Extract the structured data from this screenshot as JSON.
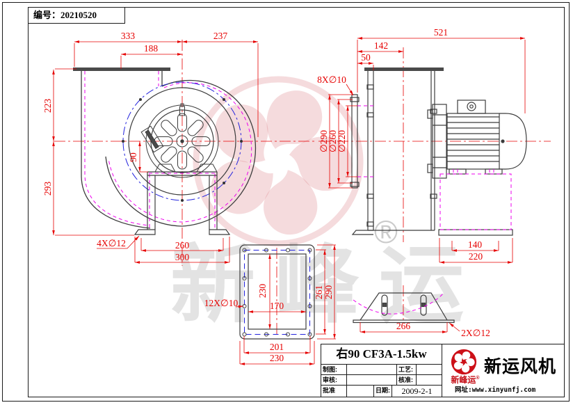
{
  "serial": "编号：20210520",
  "watermark": {
    "text": "新峰运",
    "reg": "®"
  },
  "front_view": {
    "w_total": "333",
    "w_inner": "188",
    "w_right": "237",
    "h_top": "223",
    "h_bottom": "293",
    "h_axis": "90",
    "foot_holes": "4X∅12",
    "w_feet_in": "260",
    "w_feet_out": "300"
  },
  "side_view": {
    "w_total": "521",
    "w_casing": "142",
    "w_flange": "50",
    "inlet_holes": "8X∅10",
    "dia_outer": "∅290",
    "dia_bolt": "∅260",
    "dia_inner": "∅220",
    "w_base_in": "140",
    "w_base_out": "220"
  },
  "flange_view": {
    "holes": "12X∅10",
    "inner_h": "230",
    "inner_w": "170",
    "bolt_h": "261",
    "outer_h": "290",
    "bolt_w": "201",
    "outer_w": "230"
  },
  "bracket_view": {
    "width": "266",
    "holes": "2X∅12"
  },
  "title_block": {
    "model": "右90 CF3A-1.5kw",
    "drafted_label": "制图:",
    "process_label": "工艺:",
    "checked_label": "审核:",
    "ratified_label": "核准:",
    "approved_label": "批准",
    "date_label": "日期:",
    "date_value": "2009-2-1",
    "brand": "新运风机",
    "brand_mark": "新峰运",
    "brand_reg": "®",
    "website": "网址:www.xinyunfj.com"
  }
}
